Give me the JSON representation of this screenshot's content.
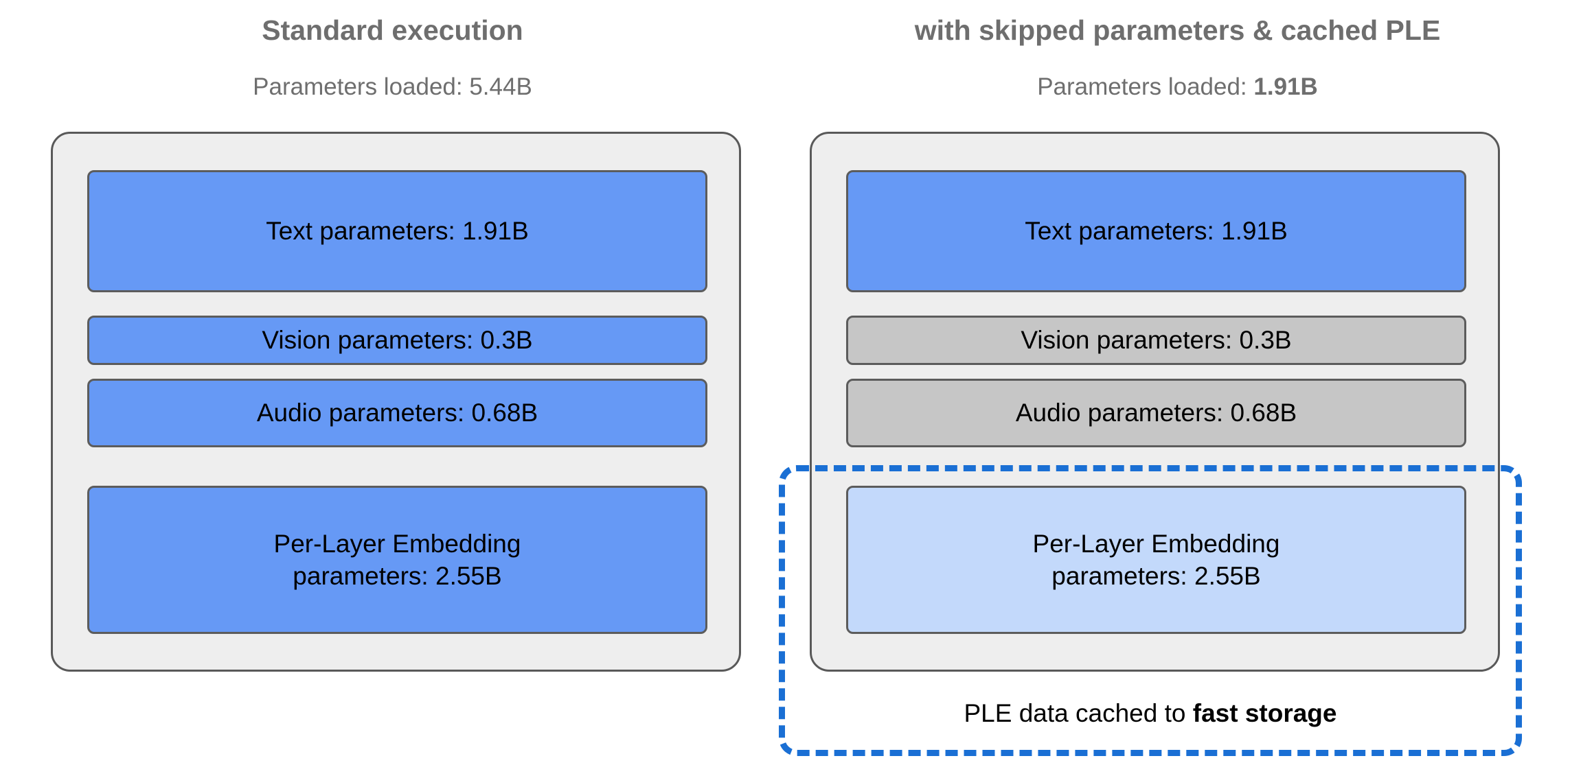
{
  "figure": {
    "background_color": "#ffffff",
    "accent_blue": "#6699f5",
    "light_blue": "#c3d9fb",
    "muted_gray": "#c6c6c6",
    "panel_fill": "#eeeeee",
    "dashed_blue": "#1a6fd4",
    "heading_color": "#6e6e6e"
  },
  "columns": [
    {
      "id": "standard",
      "title": "Standard execution",
      "subtitle_prefix": "Parameters loaded: ",
      "subtitle_value": "5.44B",
      "subtitle_value_bold": false,
      "subtitle_full": "Parameters loaded: 5.44B",
      "blocks": [
        {
          "label": "Text parameters: 1.91B",
          "state": "loaded",
          "color": "#6699f5"
        },
        {
          "label": "Vision parameters: 0.3B",
          "state": "loaded",
          "color": "#6699f5"
        },
        {
          "label": "Audio parameters: 0.68B",
          "state": "loaded",
          "color": "#6699f5"
        },
        {
          "label": "Per-Layer Embedding\nparameters: 2.55B",
          "state": "loaded",
          "color": "#6699f5"
        }
      ]
    },
    {
      "id": "optimized",
      "title": "with skipped parameters & cached PLE",
      "subtitle_prefix": "Parameters loaded: ",
      "subtitle_value": "1.91B",
      "subtitle_value_bold": true,
      "subtitle_full": "Parameters loaded: 1.91B",
      "blocks": [
        {
          "label": "Text parameters: 1.91B",
          "state": "loaded",
          "color": "#6699f5"
        },
        {
          "label": "Vision parameters: 0.3B",
          "state": "skipped",
          "color": "#c6c6c6"
        },
        {
          "label": "Audio parameters: 0.68B",
          "state": "skipped",
          "color": "#c6c6c6"
        },
        {
          "label": "Per-Layer Embedding\nparameters: 2.55B",
          "state": "cached",
          "color": "#c3d9fb"
        }
      ]
    }
  ],
  "cache_region": {
    "caption_prefix": "PLE data cached to ",
    "caption_emphasis": "fast storage",
    "caption_full": "PLE data cached to fast storage",
    "border_style": "dashed",
    "border_color": "#1a6fd4"
  }
}
